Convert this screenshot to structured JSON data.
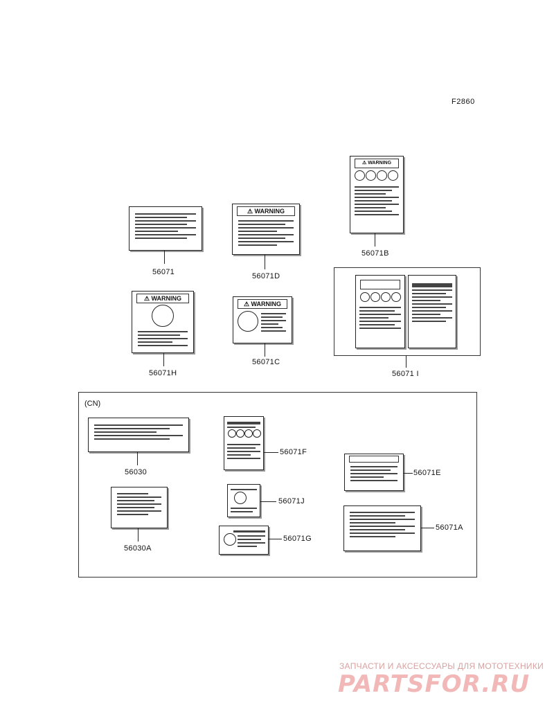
{
  "figure_code": "F2860",
  "group_label": "(CN)",
  "parts": {
    "p56071": "56071",
    "p56071D": "56071D",
    "p56071B": "56071B",
    "p56071H": "56071H",
    "p56071C": "56071C",
    "p56071I": "56071 I",
    "p56030": "56030",
    "p56030A": "56030A",
    "p56071F": "56071F",
    "p56071J": "56071J",
    "p56071G": "56071G",
    "p56071E": "56071E",
    "p56071A": "56071A"
  },
  "label_text": {
    "warning": "WARNING"
  },
  "watermark": {
    "top": "ЗАПЧАСТИ И АКСЕССУАРЫ ДЛЯ МОТОТЕХНИКИ",
    "brand": "PARTSFOR.RU"
  }
}
